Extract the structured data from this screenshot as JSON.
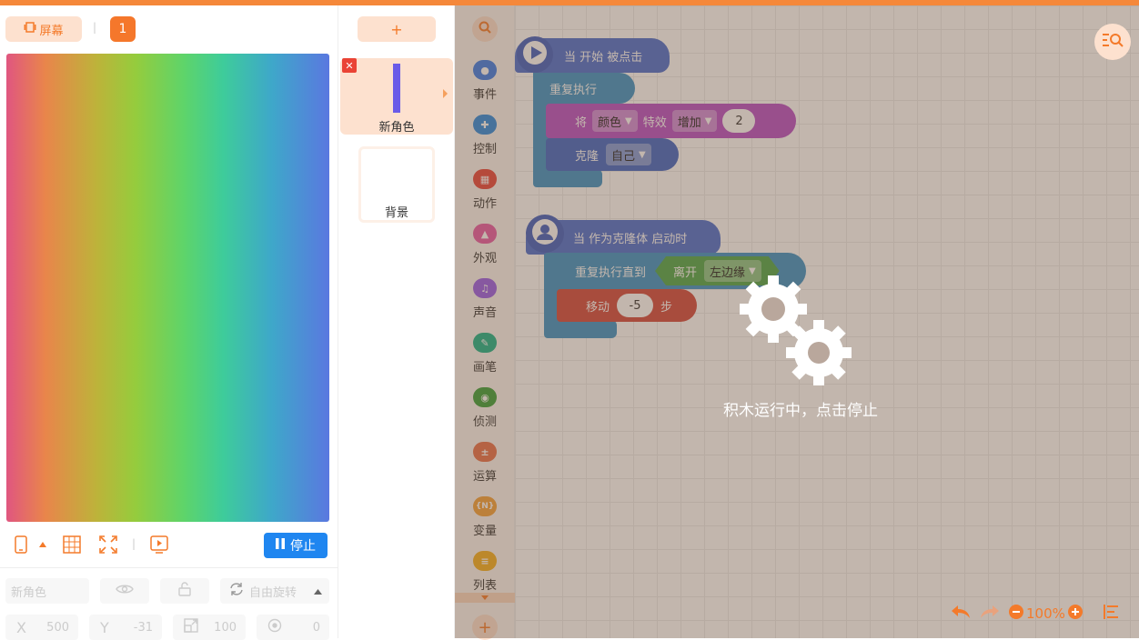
{
  "stage_panel": {
    "screen_button_label": "屏幕",
    "separator": "|",
    "screen_number": "1",
    "stop_button_label": "停止",
    "sprite_name_placeholder": "新角色",
    "rotation_mode": "自由旋转",
    "x_label": "X",
    "x_value": "500",
    "y_label": "Y",
    "y_value": "-31",
    "size_value": "100",
    "direction_value": "0"
  },
  "sprite_panel": {
    "add_label": "+",
    "sprites": [
      {
        "name": "新角色",
        "color": "#6a5be8"
      }
    ],
    "background_label": "背景"
  },
  "categories": [
    {
      "name": "事件",
      "color": "#3b7ce8",
      "icon": "event-icon"
    },
    {
      "name": "控制",
      "color": "#2b8ae0",
      "icon": "control-icon"
    },
    {
      "name": "动作",
      "color": "#e8453c",
      "icon": "motion-icon"
    },
    {
      "name": "外观",
      "color": "#e85aa5",
      "icon": "looks-icon"
    },
    {
      "name": "声音",
      "color": "#9a5ee8",
      "icon": "sound-icon"
    },
    {
      "name": "画笔",
      "color": "#1bb38a",
      "icon": "pen-icon"
    },
    {
      "name": "侦测",
      "color": "#3aa03a",
      "icon": "sensing-icon"
    },
    {
      "name": "运算",
      "color": "#e8704a",
      "icon": "operators-icon"
    },
    {
      "name": "变量",
      "color": "#f5a23a",
      "icon": "variables-icon"
    },
    {
      "name": "列表",
      "color": "#f5b020",
      "icon": "list-icon"
    }
  ],
  "script1": {
    "hat": "当 开始 被点击",
    "forever": "重复执行",
    "set_effect_prefix": "将",
    "effect_dropdown": "颜色",
    "effect_label": "特效",
    "op_dropdown": "增加",
    "effect_value": "2",
    "clone_label": "克隆",
    "clone_dropdown": "自己"
  },
  "script2": {
    "hat": "当 作为克隆体 启动时",
    "repeat_until": "重复执行直到",
    "leave_label": "离开",
    "edge_dropdown": "左边缘",
    "move_label": "移动",
    "move_value": "-5",
    "steps_label": "步"
  },
  "overlay": {
    "message": "积木运行中，点击停止"
  },
  "zoom": {
    "percent": "100%"
  }
}
